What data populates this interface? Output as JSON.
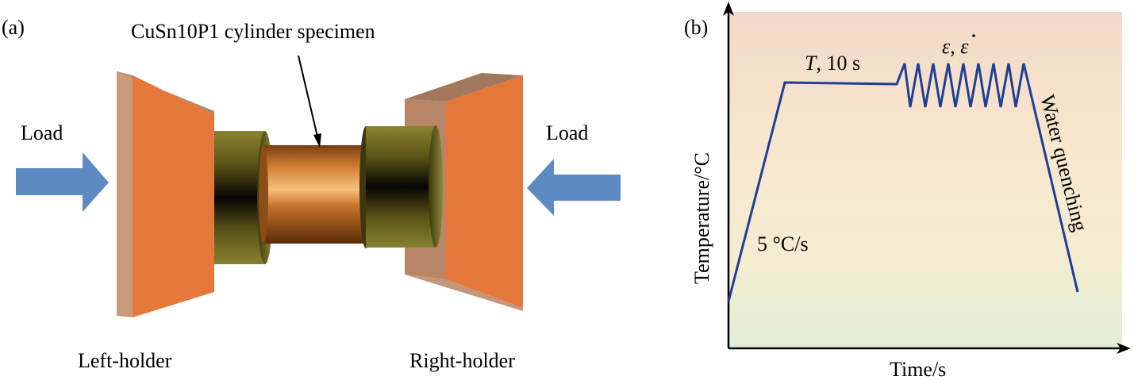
{
  "panel_a": {
    "label": "(a)",
    "specimen_label": "CuSn10P1 cylinder specimen",
    "load_left": "Load",
    "load_right": "Load",
    "left_holder": "Left-holder",
    "right_holder": "Right-holder"
  },
  "panel_b": {
    "label": "(b)",
    "hold_T": "T",
    "hold_time": ", 10 s",
    "strain_eps": "ε, ",
    "strain_rate": "ε",
    "heating_rate": "5 °C/s",
    "quench_label": "Water quenching",
    "ylabel": "Temperature/°C",
    "xlabel": "Time/s"
  },
  "colors": {
    "arrow_blue": "#5b8bc2",
    "holder_face": "#e4773a",
    "holder_side": "#b98a6c",
    "curve_blue": "#1f3f94",
    "specimen_copper": "#c9752f",
    "grip_olive": "#6f6a22"
  }
}
